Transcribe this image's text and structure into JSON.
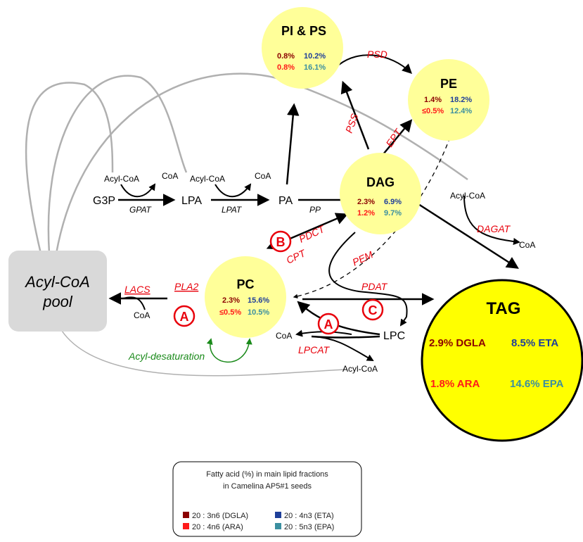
{
  "nodes": {
    "pips": {
      "title": "PI & PS",
      "dgla": "0.8%",
      "eta": "10.2%",
      "ara": "0.8%",
      "epa": "16.1%"
    },
    "pe": {
      "title": "PE",
      "dgla": "1.4%",
      "eta": "18.2%",
      "ara": "≤0.5%",
      "epa": "12.4%"
    },
    "dag": {
      "title": "DAG",
      "dgla": "2.3%",
      "eta": "6.9%",
      "ara": "1.2%",
      "epa": "9.7%"
    },
    "pc": {
      "title": "PC",
      "dgla": "2.3%",
      "eta": "15.6%",
      "ara": "≤0.5%",
      "epa": "10.5%"
    },
    "tag": {
      "title": "TAG",
      "dgla": "2.9% DGLA",
      "eta": "8.5% ETA",
      "ara": "1.8% ARA",
      "epa": "14.6% EPA"
    }
  },
  "pool": {
    "line1": "Acyl-CoA",
    "line2": "pool"
  },
  "metabolites": {
    "g3p": "G3P",
    "lpa": "LPA",
    "pa": "PA",
    "lpc": "LPC",
    "acylcoa_1": "Acyl-CoA",
    "coa_1": "CoA",
    "acylcoa_2": "Acyl-CoA",
    "coa_2": "CoA",
    "acylcoa_dagat": "Acyl-CoA",
    "coa_dagat": "CoA",
    "coa_lacs": "CoA",
    "coa_lpcat": "CoA",
    "acylcoa_lpcat": "Acyl-CoA"
  },
  "enzymes": {
    "gpat": "GPAT",
    "lpat": "LPAT",
    "pp": "PP",
    "psd": "PSD",
    "pss": "PSS",
    "ept": "EPT",
    "pdct": "PDCT",
    "cpt": "CPT",
    "pem": "PEM",
    "dagat": "DAGAT",
    "pdat": "PDAT",
    "lacs": "LACS",
    "pla2": "PLA2",
    "lpcat": "LPCAT",
    "desat": "Acyl-desaturation"
  },
  "markers": {
    "a1": "A",
    "a2": "A",
    "b": "B",
    "c": "C"
  },
  "legend": {
    "title1": "Fatty acid (%) in main lipid fractions",
    "title2": "in Camelina AP5#1 seeds",
    "items": [
      {
        "label": "20 : 3n6 (DGLA)",
        "color": "#8b0000"
      },
      {
        "label": "20 : 4n3 (ETA)",
        "color": "#1f3f99"
      },
      {
        "label": "20 : 4n6 (ARA)",
        "color": "#ff1a1a"
      },
      {
        "label": "20 : 5n3 (EPA)",
        "color": "#3b8fa0"
      }
    ]
  },
  "colors": {
    "dgla": "#8b0000",
    "eta": "#1f3f99",
    "ara": "#ff1a1a",
    "epa": "#3b8fa0",
    "small_node": "#ffff99",
    "tag_node": "#ffff00",
    "enzyme": "#e8000b",
    "desaturation": "#1a8a1a",
    "pool": "#d9d9d9"
  }
}
